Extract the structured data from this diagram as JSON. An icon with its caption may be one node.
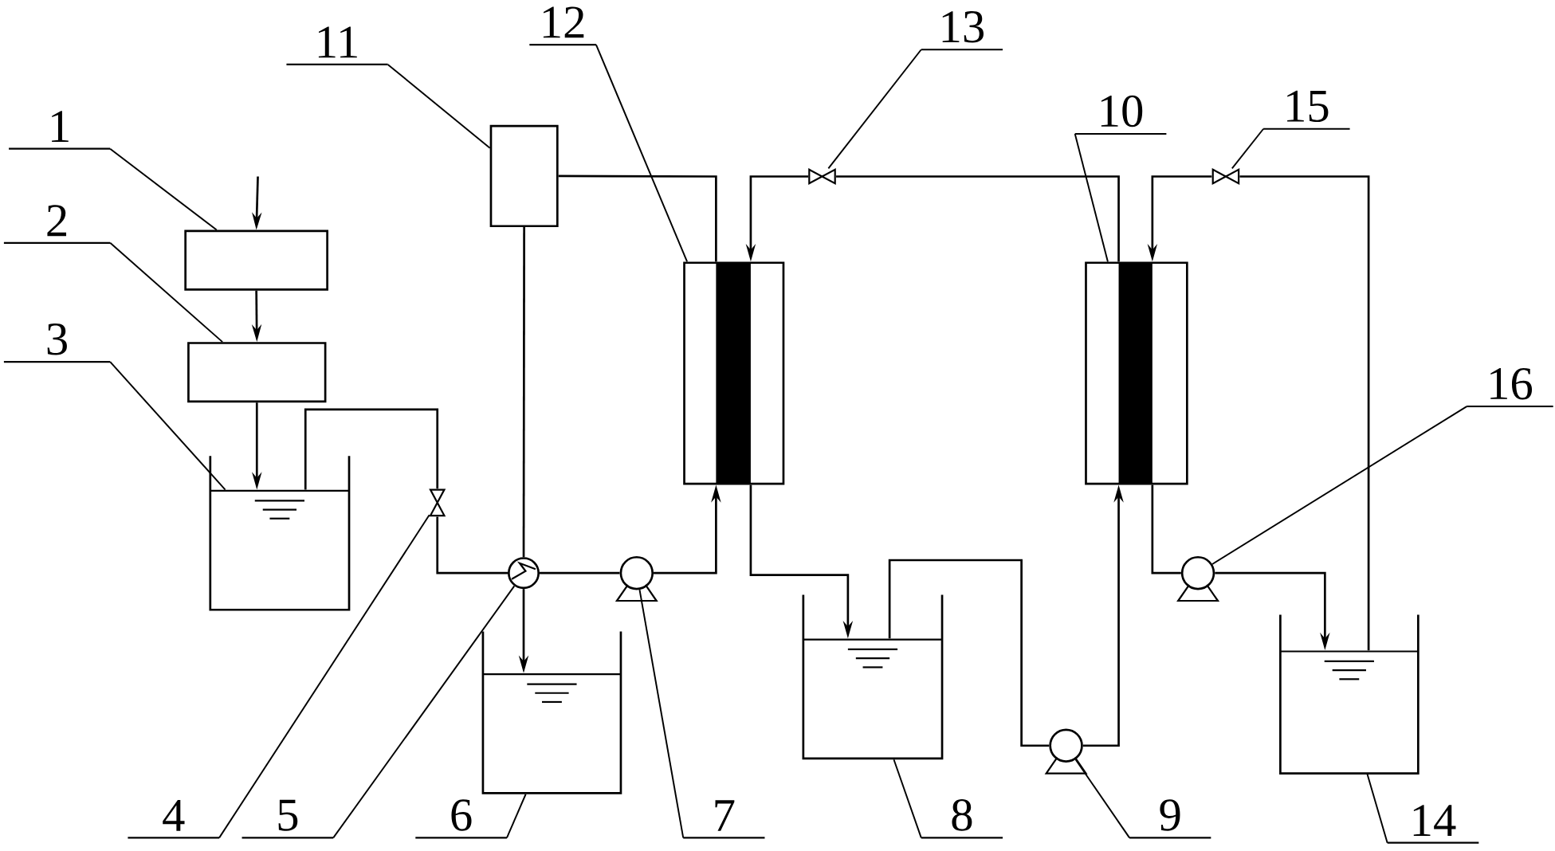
{
  "diagram": {
    "nodes": [
      {
        "text": [
          "1"
        ]
      },
      {
        "text": [
          "2"
        ]
      },
      {
        "text": [
          "3"
        ]
      },
      {
        "text": [
          "4"
        ]
      },
      {
        "text": [
          "5"
        ]
      },
      {
        "text": [
          "6"
        ]
      },
      {
        "text": [
          "7"
        ]
      },
      {
        "text": [
          "8"
        ]
      },
      {
        "text": [
          "9"
        ]
      },
      {
        "text": [
          "10"
        ]
      },
      {
        "text": [
          "11"
        ]
      },
      {
        "text": [
          "12"
        ]
      },
      {
        "text": [
          "13"
        ]
      },
      {
        "text": [
          "14"
        ]
      },
      {
        "text": [
          "15"
        ]
      },
      {
        "text": [
          "16"
        ]
      },
      {
        "text": [],
        "shape": "box"
      },
      {
        "text": [],
        "shape": "box"
      },
      {
        "text": [],
        "shape": "tank"
      },
      {
        "text": [],
        "shape": "valve"
      },
      {
        "text": [],
        "shape": "circle"
      },
      {
        "text": [],
        "shape": "tank"
      },
      {
        "text": [],
        "shape": "pump"
      },
      {
        "text": [],
        "shape": "tank"
      },
      {
        "text": [],
        "shape": "pump"
      },
      {
        "text": [],
        "shape": "box"
      },
      {
        "text": [],
        "shape": "box"
      },
      {
        "text": [],
        "shape": "box"
      },
      {
        "text": [],
        "shape": "valve"
      },
      {
        "text": [],
        "shape": "tank"
      },
      {
        "text": [],
        "shape": "valve"
      },
      {
        "text": [],
        "shape": "pump"
      }
    ],
    "edges": [
      {
        "from": 0,
        "to": 16,
        "arrow": "none"
      },
      {
        "from": 1,
        "to": 17,
        "arrow": "none"
      },
      {
        "from": 2,
        "to": 18,
        "arrow": "none"
      },
      {
        "from": 3,
        "to": 19,
        "arrow": "none"
      },
      {
        "from": 4,
        "to": 20,
        "arrow": "none"
      },
      {
        "from": 5,
        "to": 21,
        "arrow": "none"
      },
      {
        "from": 6,
        "to": 22,
        "arrow": "none"
      },
      {
        "from": 7,
        "to": 23,
        "arrow": "none"
      },
      {
        "from": 8,
        "to": 24,
        "arrow": "none"
      },
      {
        "from": 9,
        "to": 25,
        "arrow": "none"
      },
      {
        "from": 10,
        "to": 26,
        "arrow": "none"
      },
      {
        "from": 11,
        "to": 27,
        "arrow": "none"
      },
      {
        "from": 12,
        "to": 28,
        "arrow": "none"
      },
      {
        "from": 13,
        "to": 29,
        "arrow": "none"
      },
      {
        "from": 14,
        "to": 30,
        "arrow": "none"
      },
      {
        "from": 15,
        "to": 31,
        "arrow": "none"
      },
      {
        "from": null,
        "to": 16,
        "arrow": "to"
      },
      {
        "from": 16,
        "to": 17,
        "arrow": "to"
      },
      {
        "from": 17,
        "to": 18,
        "arrow": "to"
      },
      {
        "from": 18,
        "to": 19,
        "arrow": "none"
      },
      {
        "from": 19,
        "to": 20,
        "arrow": "none"
      },
      {
        "from": 20,
        "to": 26,
        "arrow": "none"
      },
      {
        "from": 20,
        "to": 21,
        "arrow": "to"
      },
      {
        "from": 20,
        "to": 22,
        "arrow": "none"
      },
      {
        "from": 22,
        "to": 27,
        "arrow": "to"
      },
      {
        "from": 26,
        "to": 27,
        "arrow": "none"
      },
      {
        "from": 25,
        "to": 28,
        "arrow": "none"
      },
      {
        "from": 28,
        "to": 27,
        "arrow": "to"
      },
      {
        "from": 27,
        "to": 23,
        "arrow": "to"
      },
      {
        "from": 23,
        "to": 24,
        "arrow": "none"
      },
      {
        "from": 24,
        "to": 25,
        "arrow": "to"
      },
      {
        "from": 25,
        "to": 31,
        "arrow": "none"
      },
      {
        "from": 31,
        "to": 29,
        "arrow": "to"
      },
      {
        "from": 29,
        "to": 30,
        "arrow": "none"
      },
      {
        "from": 30,
        "to": 25,
        "arrow": "to"
      }
    ]
  }
}
